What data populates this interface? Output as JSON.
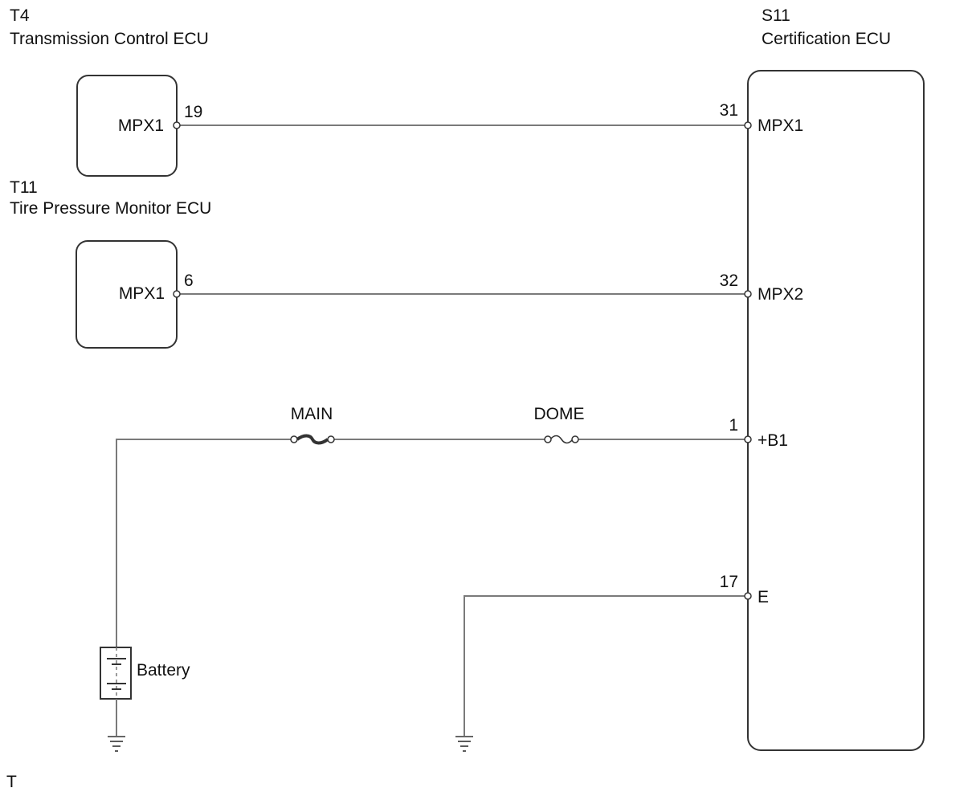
{
  "components": {
    "tcu": {
      "code": "T4",
      "name": "Transmission Control ECU",
      "pin_label": "MPX1",
      "pin_number": "19"
    },
    "tpm": {
      "code": "T11",
      "name": "Tire Pressure Monitor ECU",
      "pin_label": "MPX1",
      "pin_number": "6"
    },
    "cert": {
      "code": "S11",
      "name": "Certification ECU",
      "pins": [
        {
          "number": "31",
          "label": "MPX1"
        },
        {
          "number": "32",
          "label": "MPX2"
        },
        {
          "number": "1",
          "label": "+B1"
        },
        {
          "number": "17",
          "label": "E"
        }
      ]
    }
  },
  "fuses": {
    "main": "MAIN",
    "dome": "DOME"
  },
  "battery_label": "Battery",
  "footer_mark": "T"
}
